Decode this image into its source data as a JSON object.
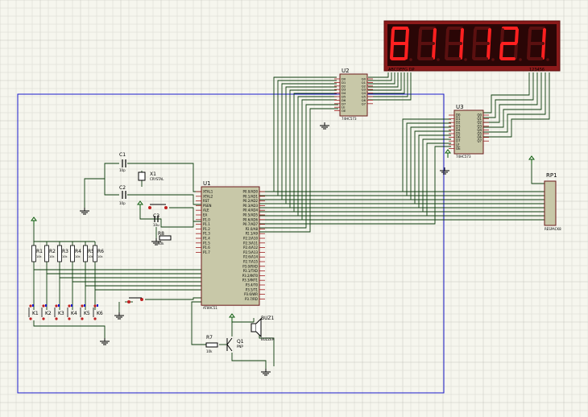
{
  "display": {
    "digits": [
      "8",
      "1",
      "1",
      "1",
      "2",
      "1"
    ],
    "segment_label": "ABCDEFG DP",
    "digit_label": "123456",
    "color_on": "#ff2020",
    "color_off": "#5a1010",
    "frame": "#8b1a1a"
  },
  "chips": {
    "u1": {
      "ref": "U1",
      "part": "AT89C51",
      "left_pins": [
        "XTAL1",
        "XTAL2",
        "RST",
        "PSEN",
        "ALE",
        "EA",
        "P1.0",
        "P1.1",
        "P1.2",
        "P1.3",
        "P1.4",
        "P1.5",
        "P1.6",
        "P1.7"
      ],
      "right_pins": [
        "P0.0/AD0",
        "P0.1/AD1",
        "P0.2/AD2",
        "P0.3/AD3",
        "P0.4/AD4",
        "P0.5/AD5",
        "P0.6/AD6",
        "P0.7/AD7",
        "P2.0/A8",
        "P2.1/A9",
        "P2.2/A10",
        "P2.3/A11",
        "P2.4/A12",
        "P2.5/A13",
        "P2.6/A14",
        "P2.7/A15",
        "P3.0/RXD",
        "P3.1/TXD",
        "P3.2/INT0",
        "P3.3/INT1",
        "P3.4/T0",
        "P3.5/T1",
        "P3.6/WR",
        "P3.7/RD"
      ]
    },
    "u2": {
      "ref": "U2",
      "part": "74HC573",
      "left_pins": [
        "D0",
        "D1",
        "D2",
        "D3",
        "D4",
        "D5",
        "D6",
        "D7",
        "LE",
        "OE"
      ],
      "right_pins": [
        "Q0",
        "Q1",
        "Q2",
        "Q3",
        "Q4",
        "Q5",
        "Q6",
        "Q7"
      ]
    },
    "u3": {
      "ref": "U3",
      "part": "74HC573",
      "left_pins": [
        "D0",
        "D1",
        "D2",
        "D3",
        "D4",
        "D5",
        "D6",
        "D7",
        "LE",
        "OE"
      ],
      "right_pins": [
        "Q0",
        "Q1",
        "Q2",
        "Q3",
        "Q4",
        "Q5",
        "Q6",
        "Q7"
      ]
    }
  },
  "components": {
    "c1": "C1",
    "c1_val": "10p",
    "c2": "C2",
    "c2_val": "10p",
    "c3": "C3",
    "c3_val": "10u",
    "x1": "X1",
    "x1_val": "CRYSTAL",
    "r8": "R8",
    "r8_val": "10k",
    "r7": "R7",
    "r7_val": "10k",
    "q1": "Q1",
    "q1_val": "PNP",
    "buz": "BUZ1",
    "buz_val": "BUZZER",
    "rp1": "RP1",
    "rp1_val": "RESPACK8",
    "resistors": [
      {
        "ref": "R1",
        "val": "10k"
      },
      {
        "ref": "R2",
        "val": "10k"
      },
      {
        "ref": "R3",
        "val": "10k"
      },
      {
        "ref": "R4",
        "val": "10k"
      },
      {
        "ref": "R5",
        "val": "10k"
      },
      {
        "ref": "R6",
        "val": "10k"
      }
    ],
    "keys": [
      "K1",
      "K2",
      "K3",
      "K4",
      "K5",
      "K6"
    ]
  },
  "colors": {
    "wire": "#0a3a0a",
    "chip_fill": "#c8c8a8",
    "chip_border": "#6b1a1a",
    "grid": "#d8d8d0",
    "grid_major": "#c4c4bc",
    "box": "#1a1acc",
    "pin": "#a02020",
    "label": "#000000"
  }
}
